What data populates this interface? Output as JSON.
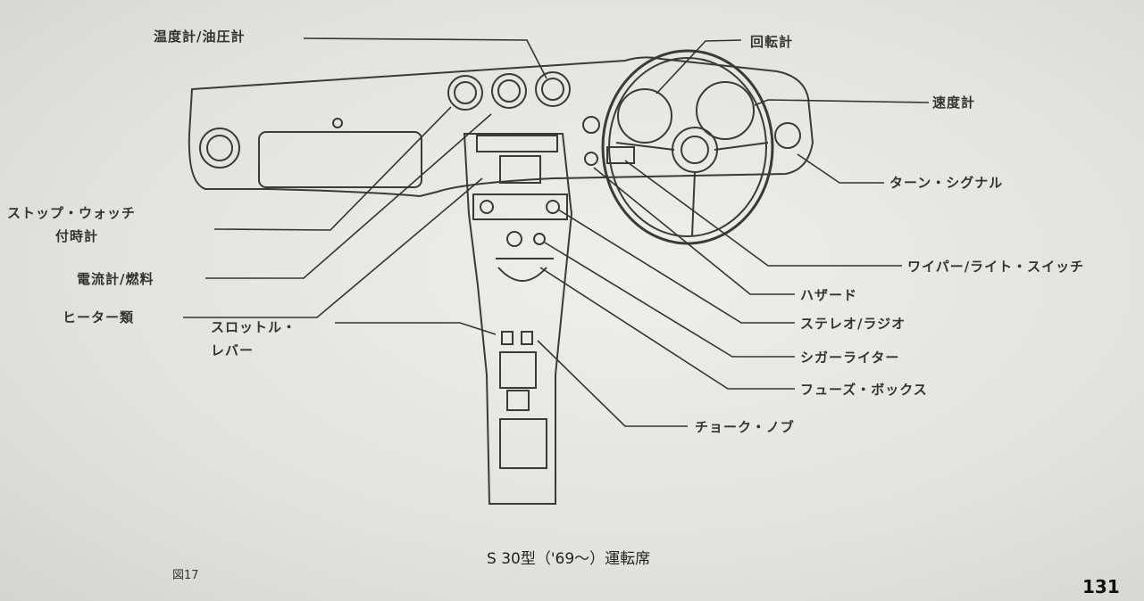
{
  "labels": {
    "temp_oil": "温度計/油圧計",
    "tach": "回転計",
    "speedo": "速度計",
    "turn_signal": "ターン・シグナル",
    "clock_line1": "ストップ・ウォッチ",
    "clock_line2": "付時計",
    "ammeter_fuel": "電流計/燃料",
    "heater": "ヒーター類",
    "throttle_line1": "スロットル・",
    "throttle_line2": "レバー",
    "wiper_light": "ワイパー/ライト・スイッチ",
    "hazard": "ハザード",
    "stereo": "ステレオ/ラジオ",
    "cigar": "シガーライター",
    "fuse": "フューズ・ボックス",
    "choke": "チョーク・ノブ"
  },
  "caption": "S 30型（'69～）運転席",
  "figure_number": "図17",
  "page_number": "131",
  "colors": {
    "ink": "#2a2a2a",
    "paper": "#e4e4e0"
  }
}
